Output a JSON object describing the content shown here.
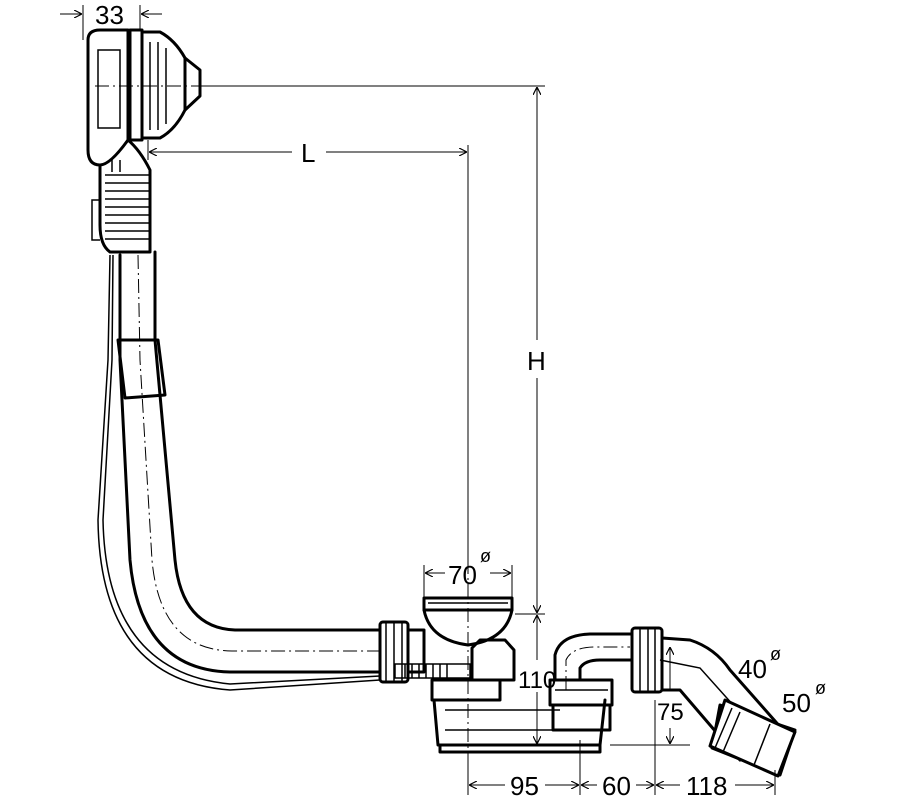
{
  "labels": {
    "width_top": "33",
    "length": "L",
    "height": "H",
    "drain_diameter": "70",
    "drain_height": "110",
    "outlet_height": "75",
    "offset_1": "95",
    "offset_2": "60",
    "offset_3": "118",
    "pipe_diameter_1": "40",
    "pipe_diameter_2": "50",
    "diameter_symbol": "ø"
  },
  "colors": {
    "line": "#000000",
    "background": "#ffffff"
  }
}
